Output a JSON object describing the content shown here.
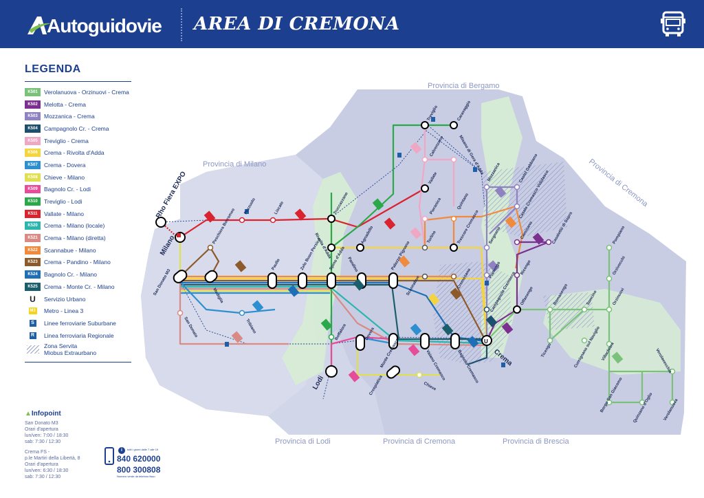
{
  "header": {
    "brand": "Autoguidovie",
    "title": "AREA DI CREMONA",
    "brand_color": "#1d3f8f"
  },
  "legend": {
    "title": "LEGENDA",
    "routes": [
      {
        "code": "K501",
        "name": "Verolanuova - Orzinuovi - Crema",
        "color": "#7ac27a"
      },
      {
        "code": "K502",
        "name": "Melotta - Crema",
        "color": "#7b2f8e"
      },
      {
        "code": "K503",
        "name": "Mozzanica - Crema",
        "color": "#8f82c2"
      },
      {
        "code": "K504",
        "name": "Campagnolo Cr. - Crema",
        "color": "#1c4f6e"
      },
      {
        "code": "K505",
        "name": "Treviglio - Crema",
        "color": "#f0a7c4"
      },
      {
        "code": "K506",
        "name": "Crema - Rivolta d'Adda",
        "color": "#f5d53d"
      },
      {
        "code": "K507",
        "name": "Crema - Dovera",
        "color": "#2d8fd0"
      },
      {
        "code": "K508",
        "name": "Chieve - Milano",
        "color": "#e0df50"
      },
      {
        "code": "K509",
        "name": "Bagnolo Cr. - Lodi",
        "color": "#e64c9a"
      },
      {
        "code": "K510",
        "name": "Treviglio - Lodi",
        "color": "#2ba84a"
      },
      {
        "code": "K511",
        "name": "Vallate - Milano",
        "color": "#d9232f"
      },
      {
        "code": "K520",
        "name": "Crema - Milano (locale)",
        "color": "#2bb5ad"
      },
      {
        "code": "K521",
        "name": "Crema - Milano (diretta)",
        "color": "#d98a84"
      },
      {
        "code": "K522",
        "name": "Scannabue - Milano",
        "color": "#f08a3c"
      },
      {
        "code": "K523",
        "name": "Crema - Pandino - Milano",
        "color": "#8c5a2b"
      },
      {
        "code": "K524",
        "name": "Bagnolo Cr. - Milano",
        "color": "#1e6fb6"
      },
      {
        "code": "K525",
        "name": "Crema - Monte Cr. - Milano",
        "color": "#1b5e6b"
      }
    ],
    "symbols": [
      {
        "key": "urban",
        "glyph": "U",
        "name": "Servizio Urbano"
      },
      {
        "key": "metro",
        "glyph": "M3",
        "name": "Metro - Linea 3"
      },
      {
        "key": "suburban",
        "glyph": "S",
        "name": "Linee ferroviarie Suburbane"
      },
      {
        "key": "regional",
        "glyph": "R",
        "name": "Linea ferroviaria Regionale"
      },
      {
        "key": "zone",
        "glyph": "",
        "name": "Zona Servita\nMiobus Extraurbano"
      }
    ]
  },
  "infopoint": {
    "logo": "Infopoint",
    "blocks": [
      "San Donato M3\nOrari d'apertura\nlun/ven: 7:00 / 18:30\nsab: 7:30 / 12:30",
      "Crema FS -\np.le Martiri della Libertà, 8\nOrari d'apertura\nlun/ven: 6:30 / 18:30\nsab: 7:30 / 12:30"
    ]
  },
  "contact": {
    "info_note": "tutti i giorni dalle 7 alle 19",
    "phone1": "840 620000",
    "phone2": "800 300808",
    "phone2_note": "Numero verde da telefono fisso"
  },
  "map": {
    "provinces": {
      "bergamo": "Provincia di Bergamo",
      "milano": "Provincia di Milano",
      "cremona_ne": "Provincia di Cremona",
      "lodi": "Provincia di Lodi",
      "cremona_s": "Provincia di Cremona",
      "brescia": "Provincia di Brescia"
    },
    "stops": {
      "rho": "Rho Fiera EXPO",
      "milano": "Milano",
      "lodi": "Lodi",
      "crema": "Crema",
      "treviglio": "Treviglio",
      "caravaggio": "Caravaggio",
      "calvenzano": "Calvenzano",
      "misano": "Misano di Gera d'Adda",
      "vailate": "Vailate",
      "pieranica": "Pieranica",
      "quintano": "Quintano",
      "torlino": "Torlino",
      "trescore": "Trescore Cremasco",
      "sergnano": "Sergnano",
      "pianengo": "Pianengo",
      "mozzanica": "Mozzanica",
      "castelgabbiano": "Castel Gabbiano",
      "casale": "Casale Cremasco Vidolasco",
      "camisano": "Camisano",
      "casaletto": "Casaletto di Sopra",
      "ricengo": "Ricengo",
      "campagnola": "Campagnola Cremasca",
      "offanengo": "Offanengo",
      "romanengo": "Romanengo",
      "soncino": "Soncino",
      "orzinuovi": "Orzinuovi",
      "orzivecchi": "Orzivecchi",
      "pompiano": "Pompiano",
      "villachiara": "Villachiara",
      "borgo": "Borgo San Giacomo",
      "quinzano": "Quinzano d'Oglio",
      "verolanuova": "Verolanuova",
      "verolavecchia": "Verolavecchia",
      "ticengo": "Ticengo",
      "cumignano": "Cumignano sul Naviglio",
      "pozzuolo": "Pozzuolo",
      "liscate": "Liscate",
      "truccazzano": "Truccazzano",
      "peschiera": "Peschiera Borromeo",
      "sandonato_m3": "San Donato M3",
      "sandonato": "San Donato",
      "mediglia": "Mediglia",
      "paullo": "Paullo",
      "zelo": "Zelo Buon Persico",
      "spino": "Spino d'Adda",
      "rivolta": "Rivolta d'Adda",
      "agnadello": "Agnadello",
      "pandino": "Pandino",
      "palazzo": "Palazzo Pignano",
      "scannabue": "Scannabue",
      "cremosano": "Cremosano",
      "tribiano": "Tribiano",
      "boffalora": "Boffalora",
      "dovera": "Dovera",
      "monte": "Monte Cremasco",
      "vaiano": "Vaiano Cremasco",
      "bagnolo": "Bagnolo Cremasco",
      "chieve": "Chieve",
      "crespiatica": "Crespiatica"
    }
  }
}
